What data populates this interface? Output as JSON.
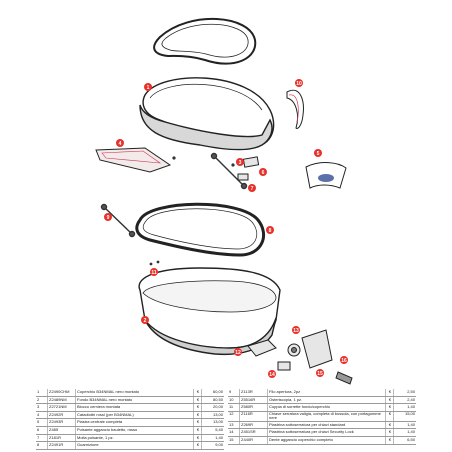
{
  "callouts": [
    "1",
    "2",
    "3",
    "4",
    "5",
    "6",
    "7",
    "8",
    "9",
    "10",
    "11",
    "12",
    "13",
    "14",
    "15",
    "16"
  ],
  "parts_left": [
    {
      "num": "1",
      "code": "Z2490CHM",
      "desc": "Coperchio B34NMAL nero montato",
      "cur": "€",
      "price": "60,00"
    },
    {
      "num": "2",
      "code": "Z2489NM",
      "desc": "Fondo B34NMAL nero montato",
      "cur": "€",
      "price": "80,50"
    },
    {
      "num": "3",
      "code": "Z2721NM",
      "desc": "Blocco cerniera montata",
      "cur": "€",
      "price": "20,00"
    },
    {
      "num": "4",
      "code": "Z2492R",
      "desc": "Catadiottri rossi (per B34NMAL)",
      "cur": "€",
      "price": "13,00"
    },
    {
      "num": "5",
      "code": "Z2493R",
      "desc": "Piastra centrale completa",
      "cur": "€",
      "price": "13,00"
    },
    {
      "num": "6",
      "code": "Z485",
      "desc": "Pulsante aggancio bauletto, rosso",
      "cur": "€",
      "price": "5,40"
    },
    {
      "num": "7",
      "code": "Z181R",
      "desc": "Molla pulsante, 1 pz.",
      "cur": "€",
      "price": "1,40"
    },
    {
      "num": "8",
      "code": "Z2491R",
      "desc": "Guarnizione",
      "cur": "€",
      "price": "9,00"
    }
  ],
  "parts_right": [
    {
      "num": "9",
      "code": "Z113R",
      "desc": "Filo apertura, 2pz",
      "cur": "€",
      "price": "2,50"
    },
    {
      "num": "10",
      "code": "Z5516R",
      "desc": "Osteriscopia, 1 pz.",
      "cur": "€",
      "price": "2,40"
    },
    {
      "num": "11",
      "code": "Z580R",
      "desc": "Coppia di sorrette fondo/coperchio",
      "cur": "€",
      "price": "1,40"
    },
    {
      "num": "12",
      "code": "Z116R",
      "desc": "Chiave serratura valigia, completa di bussola, con portagomme nere",
      "cur": "€",
      "price": "15,00"
    },
    {
      "num": "13",
      "code": "Z269R",
      "desc": "Piastrina sottoserratura per chiavi standard",
      "cur": "€",
      "price": "1,40"
    },
    {
      "num": "14",
      "code": "Z451SR",
      "desc": "Piastrina sottoserratura per chiavi Security Lock",
      "cur": "€",
      "price": "1,40"
    },
    {
      "num": "15",
      "code": "Z440R",
      "desc": "Dente aggancio coperchio completo",
      "cur": "€",
      "price": "6,50"
    }
  ]
}
